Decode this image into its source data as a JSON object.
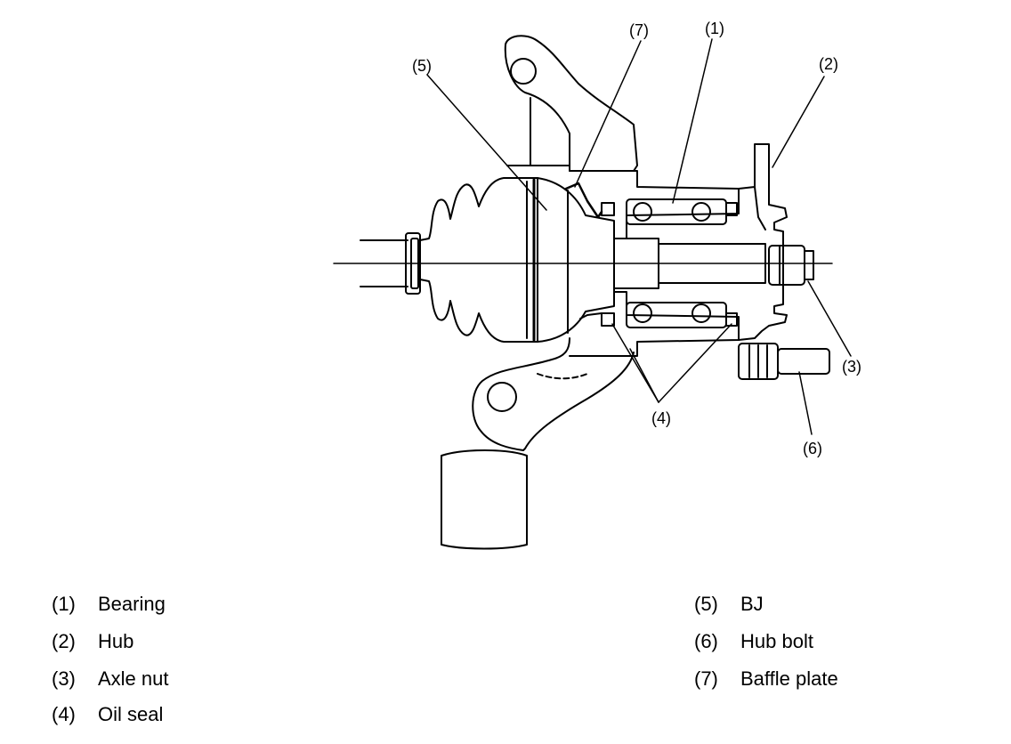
{
  "callouts": {
    "c1": "(1)",
    "c2": "(2)",
    "c3": "(3)",
    "c4": "(4)",
    "c5": "(5)",
    "c6": "(6)",
    "c7": "(7)"
  },
  "legend": [
    {
      "num": "(1)",
      "label": "Bearing"
    },
    {
      "num": "(2)",
      "label": "Hub"
    },
    {
      "num": "(3)",
      "label": "Axle nut"
    },
    {
      "num": "(4)",
      "label": "Oil seal"
    },
    {
      "num": "(5)",
      "label": "BJ"
    },
    {
      "num": "(6)",
      "label": "Hub bolt"
    },
    {
      "num": "(7)",
      "label": "Baffle plate"
    }
  ]
}
